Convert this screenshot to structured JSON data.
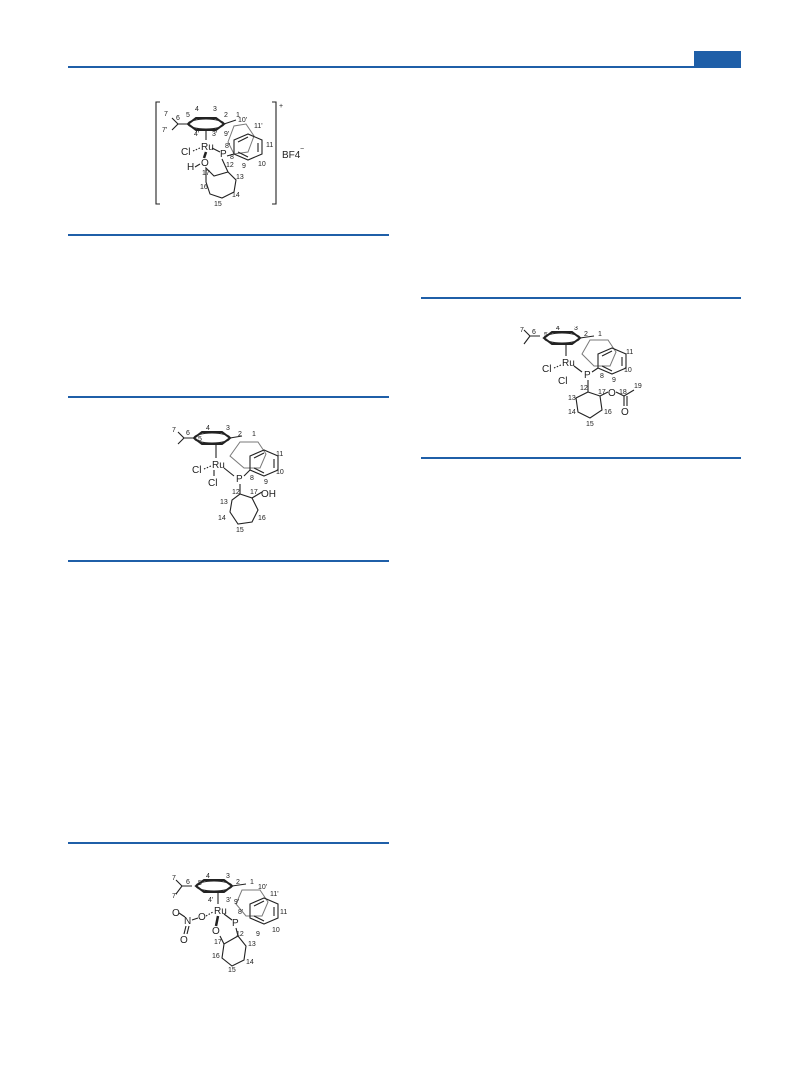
{
  "page": {
    "accent_color": "#1f5fa8",
    "header_tab_icon": "blue-rectangle"
  },
  "structures": {
    "s1": {
      "atoms": {
        "ru": "Ru",
        "cl": "Cl",
        "p": "P",
        "h": "H",
        "o": "O",
        "anion": "BF4",
        "charge": "+",
        "anion_charge": "−",
        "anion_sub": "4"
      },
      "labels": {
        "n7": "7",
        "n6": "6",
        "n7p": "7'",
        "n5": "5",
        "n4": "4",
        "n3": "3",
        "n2": "2",
        "n1": "1",
        "n4p": "4'",
        "n3p": "3'",
        "n10p": "10'",
        "n11p": "11'",
        "n9p": "9'",
        "n8p": "8'",
        "n12": "12",
        "n11": "11",
        "n10": "10",
        "n9": "9",
        "n8": "8",
        "n17": "17",
        "n13": "13",
        "n16": "16",
        "n14": "14",
        "n15": "15"
      }
    },
    "s2": {
      "atoms": {
        "ru": "Ru",
        "cl1": "Cl",
        "cl2": "Cl",
        "p": "P",
        "oh": "OH"
      },
      "labels": {
        "n7": "7",
        "n6": "6",
        "n5": "5",
        "n4": "4",
        "n3": "3",
        "n2": "2",
        "n1": "1",
        "n11": "11",
        "n10": "10",
        "n9": "9",
        "n8": "8",
        "n12": "12",
        "n17": "17",
        "n13": "13",
        "n16": "16",
        "n14": "14",
        "n15": "15"
      }
    },
    "s3": {
      "atoms": {
        "ru": "Ru",
        "cl1": "Cl",
        "cl2": "Cl",
        "p": "P",
        "o1": "O",
        "o2": "O"
      },
      "labels": {
        "n7": "7",
        "n6": "6",
        "n5": "5",
        "n4": "4",
        "n3": "3",
        "n2": "2",
        "n1": "1",
        "n11": "11",
        "n10": "10",
        "n9": "9",
        "n8": "8",
        "n12": "12",
        "n17": "17",
        "n18": "18",
        "n19": "19",
        "n13": "13",
        "n16": "16",
        "n14": "14",
        "n15": "15"
      }
    },
    "s4": {
      "atoms": {
        "ru": "Ru",
        "p": "P",
        "o1": "O",
        "o2": "O",
        "o3": "O",
        "n": "N"
      },
      "labels": {
        "n7": "7",
        "n6": "6",
        "n7p": "7'",
        "n5": "5",
        "n4": "4",
        "n3": "3",
        "n2": "2",
        "n1": "1",
        "n4p": "4'",
        "n3p": "3'",
        "n10p": "10'",
        "n11p": "11'",
        "n9p": "9'",
        "n8p": "8'",
        "n12": "12",
        "n11": "11",
        "n10": "10",
        "n9": "9",
        "n17": "17",
        "n13": "13",
        "n16": "16",
        "n14": "14",
        "n15": "15"
      }
    }
  }
}
